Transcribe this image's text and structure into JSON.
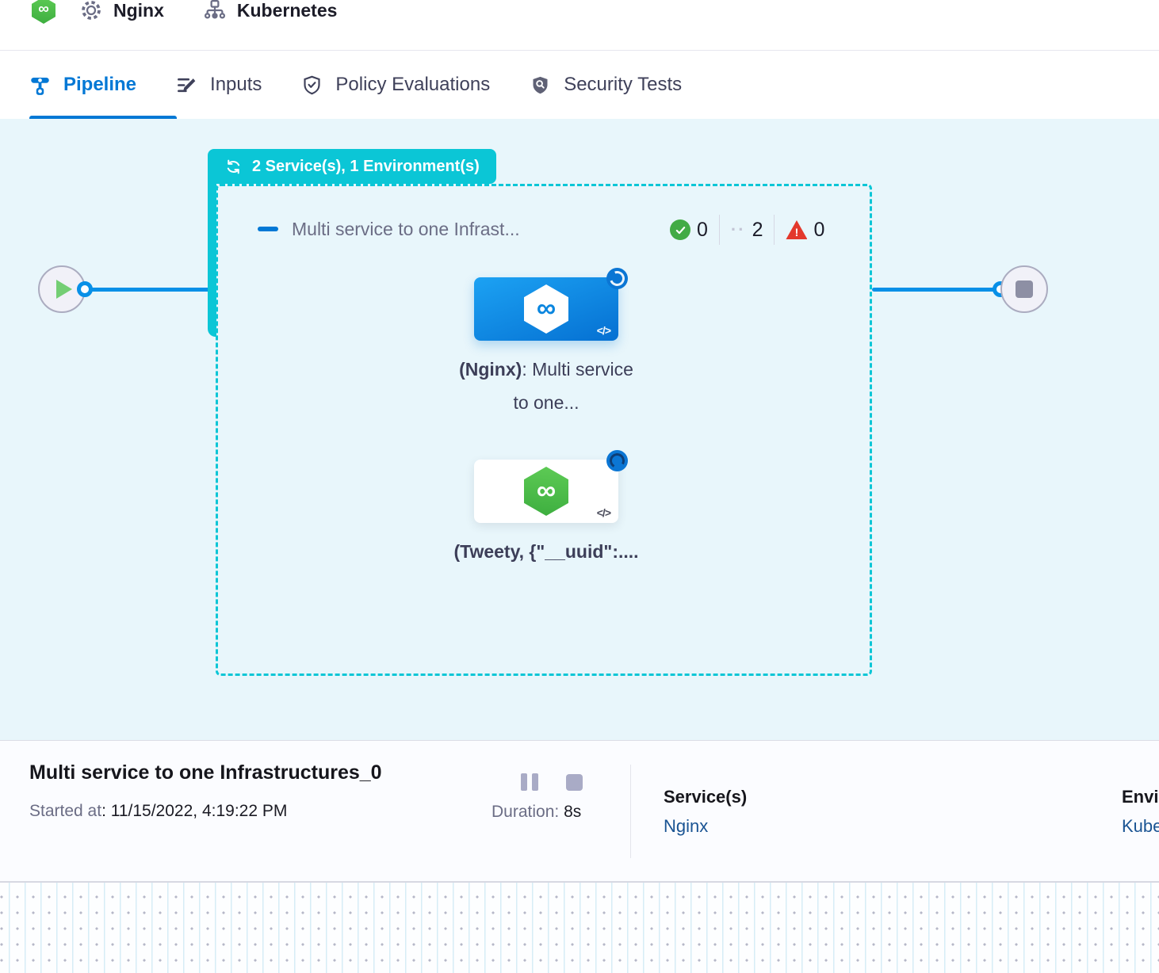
{
  "header": {
    "pipeline_name": "Nginx",
    "environment_name": "Kubernetes"
  },
  "tabs": {
    "pipeline": "Pipeline",
    "inputs": "Inputs",
    "policy": "Policy Evaluations",
    "security": "Security Tests"
  },
  "canvas": {
    "group_badge_label": "2 Service(s), 1 Environment(s)",
    "stage_group": {
      "title": "Multi service to one Infrast...",
      "success_count": "0",
      "running_count": "2",
      "failed_count": "0"
    },
    "node_nginx": {
      "label_bold": "(Nginx)",
      "label_rest": ": Multi service to one..."
    },
    "node_tweety": {
      "label": "(Tweety, {\"__uuid\":...."
    }
  },
  "footer": {
    "execution_title": "Multi service to one Infrastructures_0",
    "started_label": "Started at",
    "started_value": ": 11/15/2022, 4:19:22 PM",
    "duration_label": "Duration:",
    "duration_value": "8s",
    "services_label": "Service(s)",
    "services_value": "Nginx",
    "environments_label": "Environment(s)",
    "environments_value": "Kubernetes"
  },
  "icons": {
    "infinity_glyph": "∞",
    "code_label": "</>",
    "warning_mark": "!",
    "running_dots": "··"
  },
  "colors": {
    "accent_teal": "#0BC6D6",
    "primary_blue": "#0278D5",
    "connector_blue": "#0890E7",
    "success_green": "#42AB45",
    "error_red": "#E3382C",
    "node_green": "#4CBD46",
    "canvas_bg": "#E8F6FB",
    "link_blue": "#1A5493"
  }
}
